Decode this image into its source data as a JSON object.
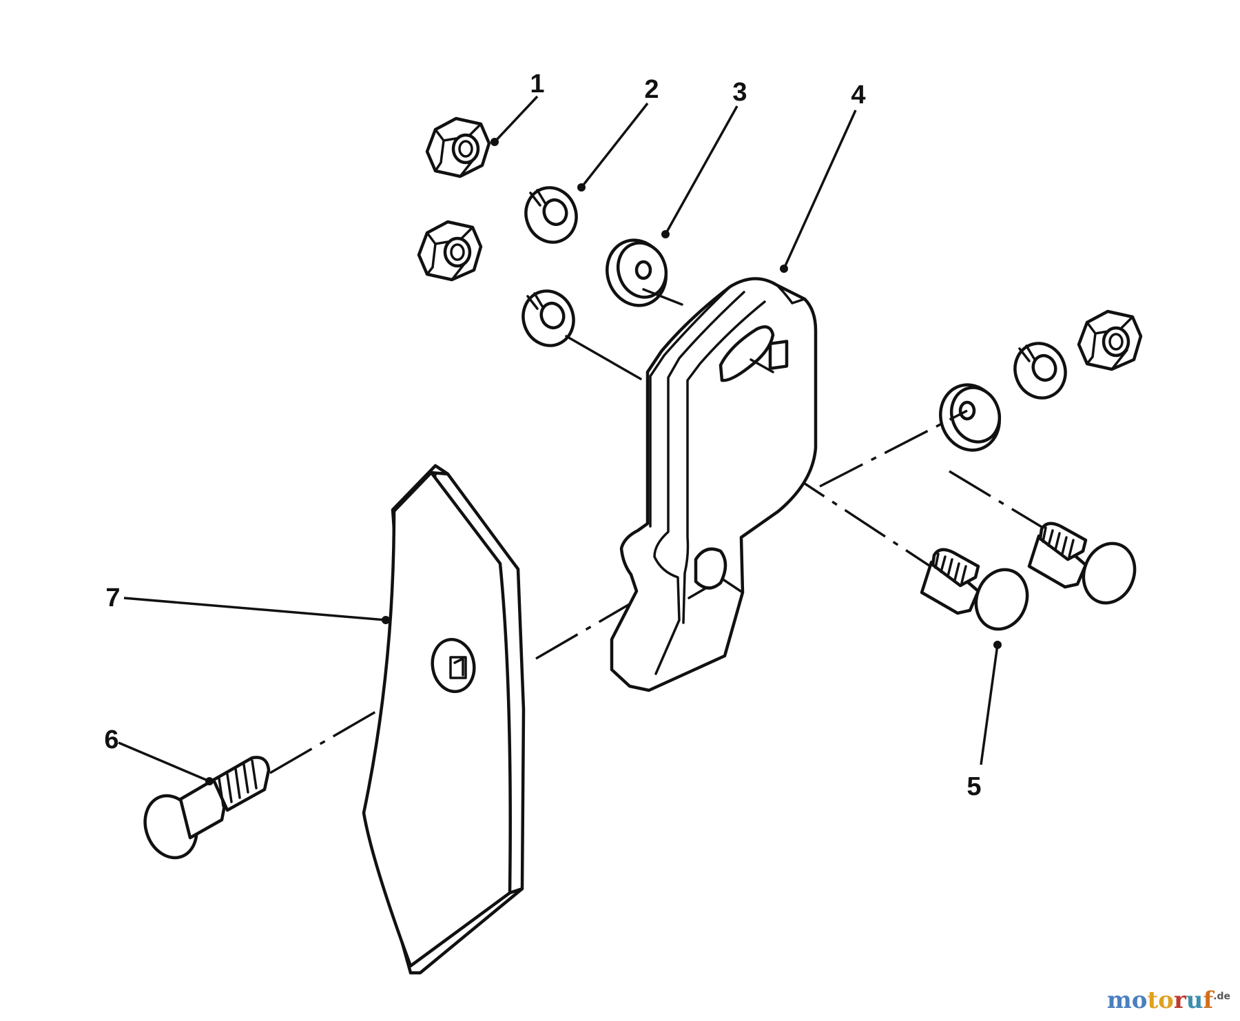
{
  "diagram": {
    "callouts": [
      {
        "id": "callout-1",
        "label": "1"
      },
      {
        "id": "callout-2",
        "label": "2"
      },
      {
        "id": "callout-3",
        "label": "3"
      },
      {
        "id": "callout-4",
        "label": "4"
      },
      {
        "id": "callout-5",
        "label": "5"
      },
      {
        "id": "callout-6",
        "label": "6"
      },
      {
        "id": "callout-7",
        "label": "7"
      }
    ],
    "parts": [
      "hex-nut",
      "split-lock-washer",
      "flat-washer",
      "bracket",
      "carriage-bolt",
      "carriage-bolt",
      "scraper-blade"
    ]
  },
  "watermark": {
    "text": "motoruf",
    "suffix": ".de"
  }
}
